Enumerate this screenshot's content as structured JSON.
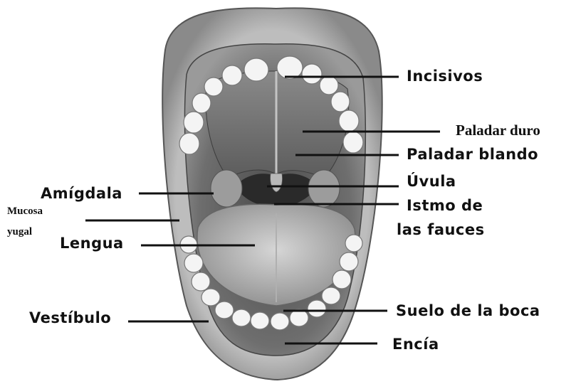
{
  "labels": {
    "incisivos": "Incisivos",
    "paladar_duro": "Paladar duro",
    "paladar_blando": "Paladar blando",
    "uvula": "Úvula",
    "istmo_line1": "Istmo de",
    "istmo_line2": "las fauces",
    "amigdala": "Amígdala",
    "mucosa_line1": "Mucosa",
    "mucosa_line2": "yugal",
    "lengua": "Lengua",
    "suelo": "Suelo de la boca",
    "vestibulo": "Vestíbulo",
    "encia": "Encía"
  }
}
